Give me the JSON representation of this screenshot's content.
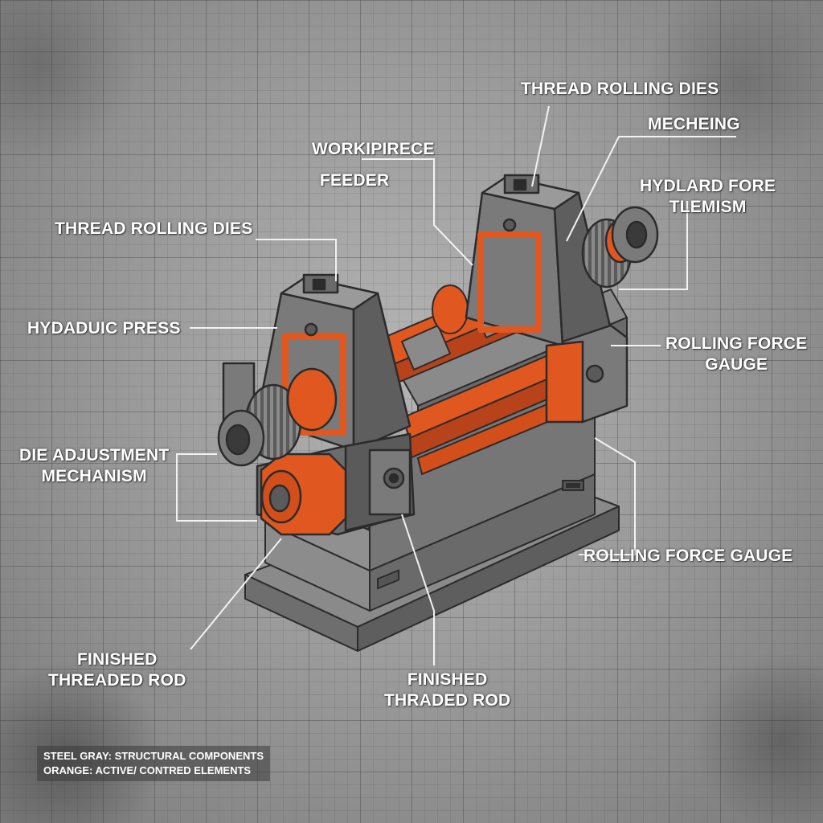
{
  "labels": {
    "thread_rolling_dies_top": "THREAD ROLLING DIES",
    "mecheing": "MECHEING",
    "workipirece": "WORKIPIRECE",
    "feeder": "FEEDER",
    "hydlard_line1": "HYDLARD FORE",
    "hydlard_line2": "TLEMISM",
    "thread_rolling_dies_left": "THREAD ROLLING DIES",
    "hydaduic_press": "HYDADUIC PRESS",
    "rolling_force_gauge_upper_line1": "ROLLING FORCE",
    "rolling_force_gauge_upper_line2": "GAUGE",
    "die_adjustment_line1": "DIE ADJUSTMENT",
    "die_adjustment_line2": "MECHANISM",
    "rolling_force_gauge_lower": "ROLLING FORCE GAUGE",
    "finished_threaded_rod_line1": "FINISHED",
    "finished_threaded_rod_line2": "THREADED ROD",
    "finished_thraded_rod_line1": "FINISHED",
    "finished_thraded_rod_line2": "THRADED ROD"
  },
  "legend": {
    "line1": "STEEL GRAY: STRUCTURAL COMPONENTS",
    "line2": "ORANGE: ACTIVE/ CONTRED ELEMENTS"
  },
  "colors": {
    "structural": "#7b7b7b",
    "active": "#e0571f",
    "outline": "#2b2b2b"
  }
}
